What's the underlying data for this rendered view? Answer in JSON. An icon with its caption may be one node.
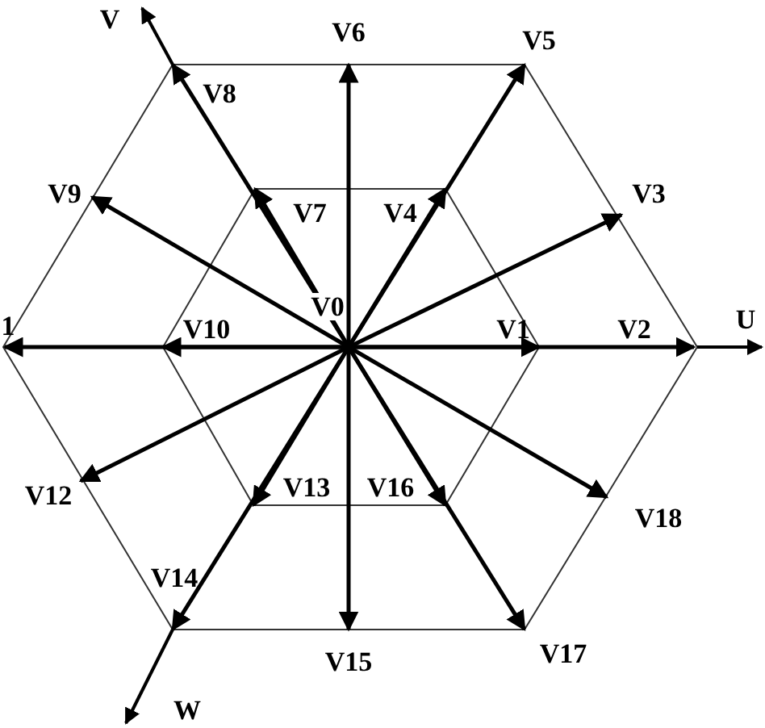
{
  "diagram": {
    "labels": [
      "V",
      "V6",
      "V5",
      "V8",
      "V9",
      "V7",
      "V4",
      "V3",
      "1",
      "V10",
      "V0",
      "V1",
      "V2",
      "U",
      "V12",
      "V13",
      "V16",
      "V18",
      "V14",
      "V15",
      "V17",
      "W"
    ]
  }
}
